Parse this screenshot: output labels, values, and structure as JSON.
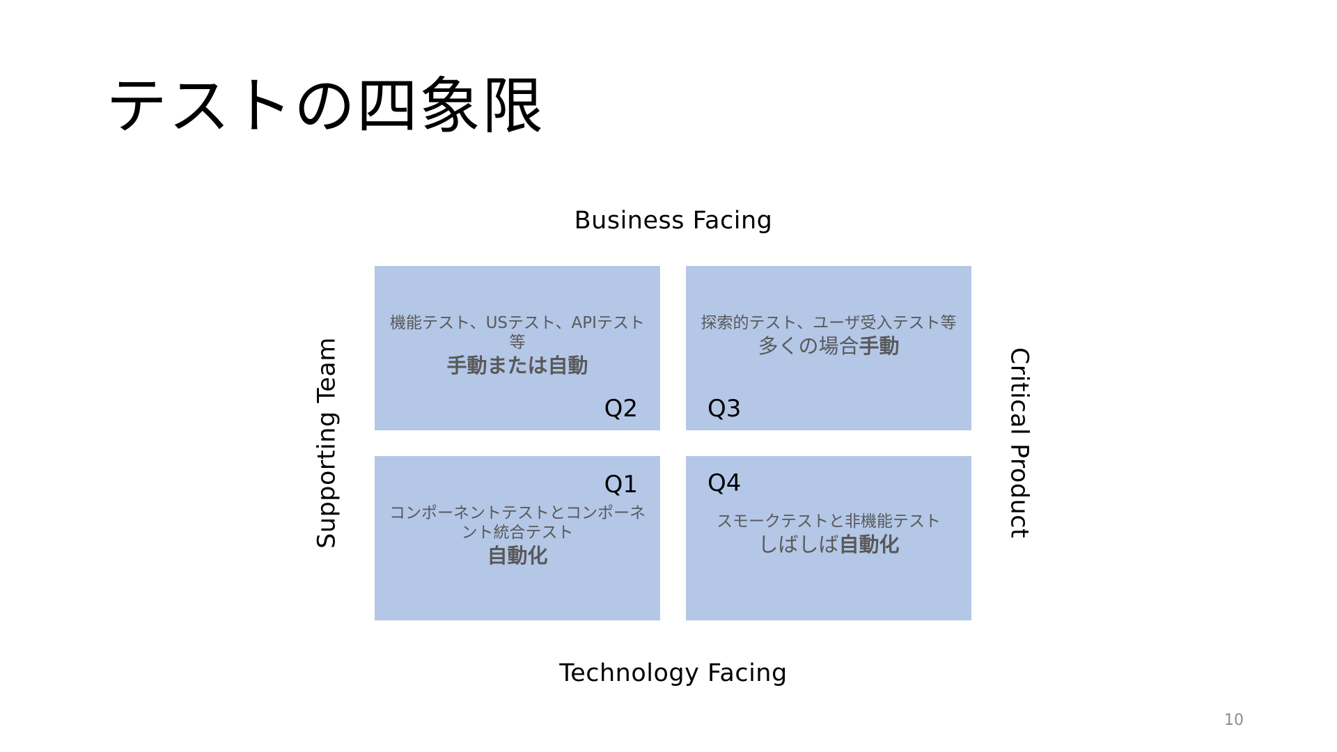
{
  "slide": {
    "title": "テストの四象限",
    "page_number": "10"
  },
  "axes": {
    "top": "Business Facing",
    "bottom": "Technology Facing",
    "left": "Supporting Team",
    "right": "Critical Product"
  },
  "quadrants": {
    "q2": {
      "label": "Q2",
      "description": "機能テスト、USテスト、APIテスト等",
      "mode_prefix": "",
      "mode_emphasis": "手動または自動"
    },
    "q3": {
      "label": "Q3",
      "description": "探索的テスト、ユーザ受入テスト等",
      "mode_prefix": "多くの場合",
      "mode_emphasis": "手動"
    },
    "q1": {
      "label": "Q1",
      "description": "コンポーネントテストとコンポーネント統合テスト",
      "mode_prefix": "",
      "mode_emphasis": "自動化"
    },
    "q4": {
      "label": "Q4",
      "description": "スモークテストと非機能テスト",
      "mode_prefix": "しばしば",
      "mode_emphasis": "自動化"
    }
  },
  "colors": {
    "quadrant_fill": "#b4c7e7",
    "quadrant_text": "#595959",
    "page_number": "#8c8c8c"
  }
}
